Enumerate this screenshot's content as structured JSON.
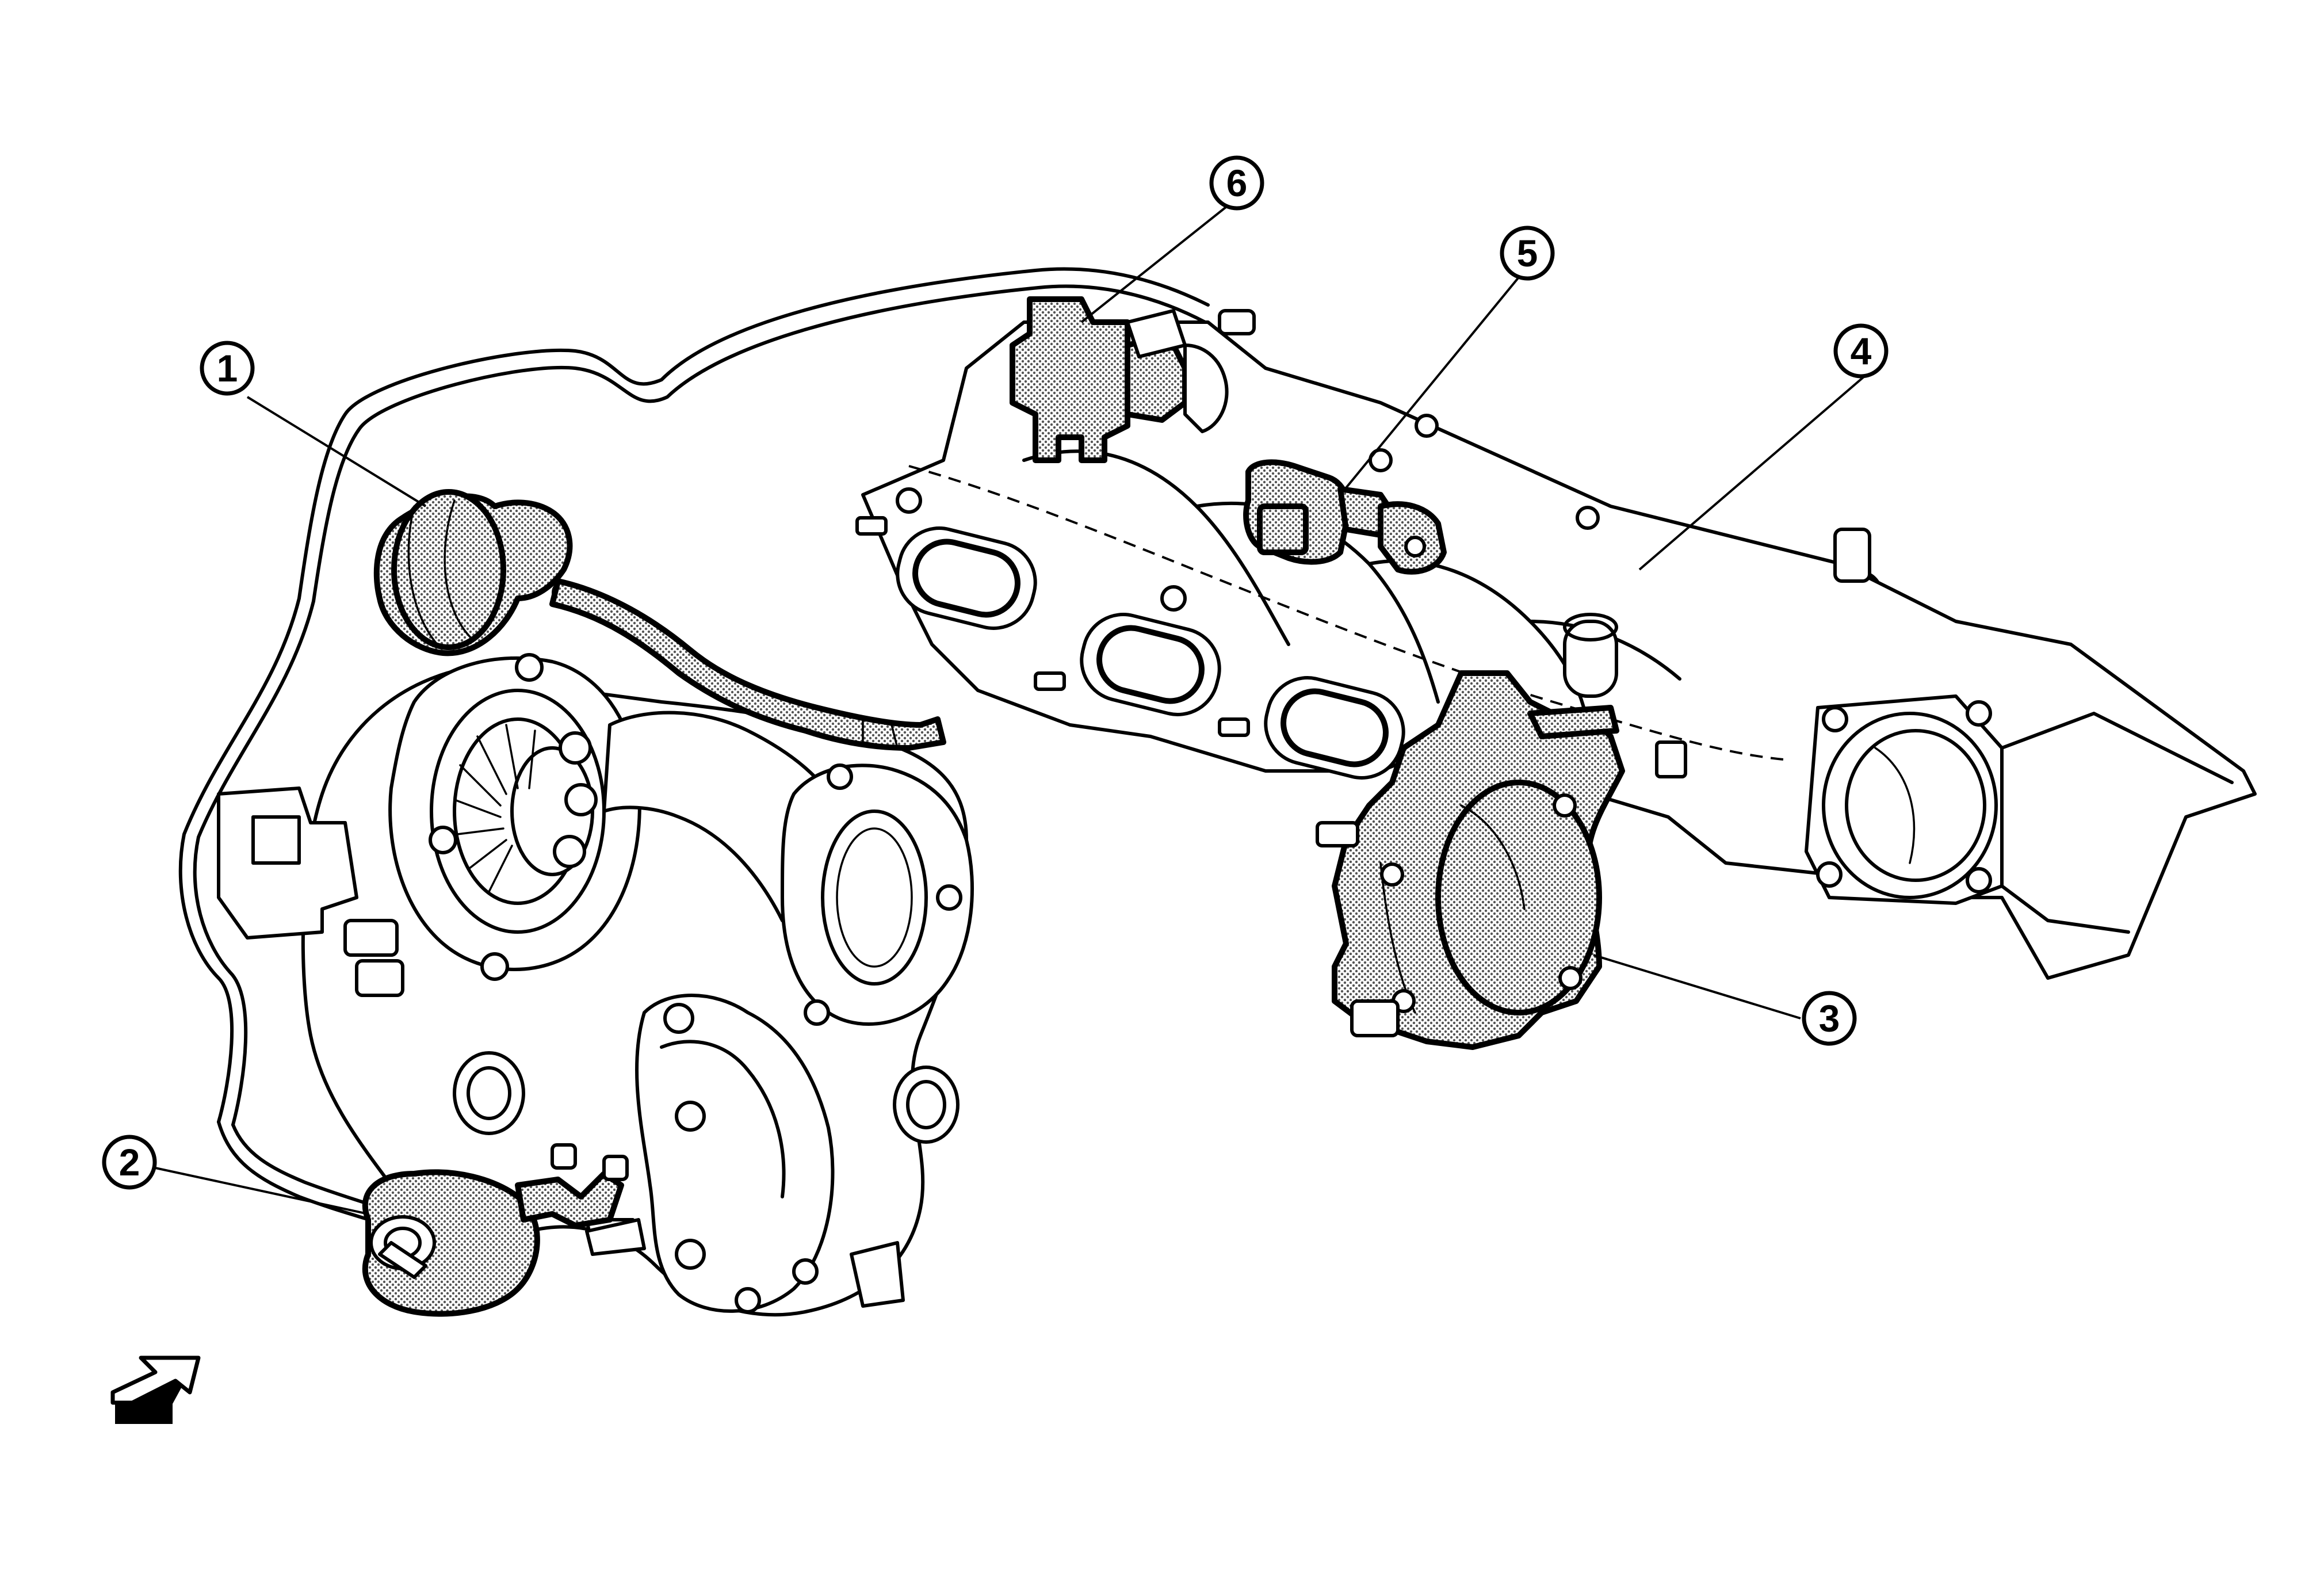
{
  "callouts": [
    {
      "id": "1",
      "label": "1"
    },
    {
      "id": "2",
      "label": "2"
    },
    {
      "id": "3",
      "label": "3"
    },
    {
      "id": "4",
      "label": "4"
    },
    {
      "id": "5",
      "label": "5"
    },
    {
      "id": "6",
      "label": "6"
    }
  ],
  "icons": {
    "front_arrow": "front-direction-arrow-icon"
  },
  "colors": {
    "ink": "#000000",
    "paper": "#ffffff",
    "shade": "#8a8a8a"
  }
}
